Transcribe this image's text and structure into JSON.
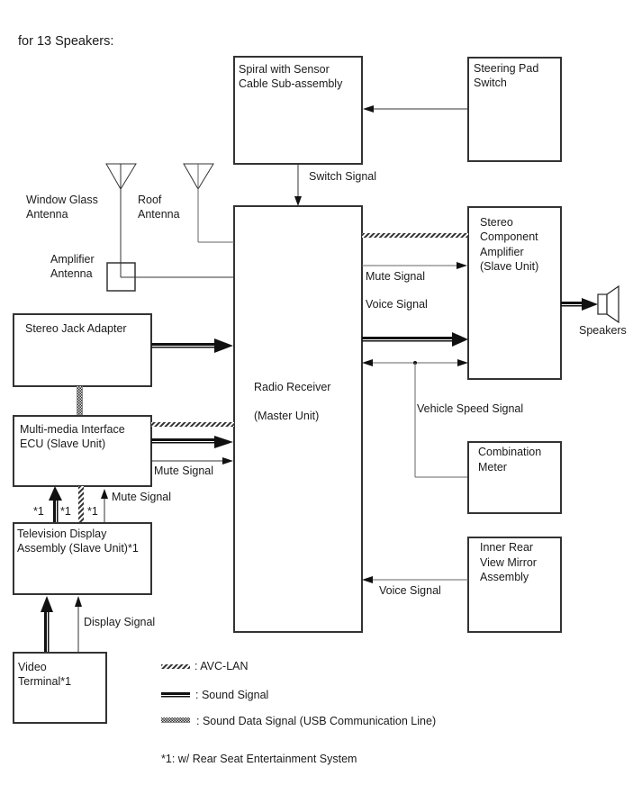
{
  "title": "for 13 Speakers:",
  "components": {
    "spiral": {
      "line1": "Spiral with Sensor",
      "line2": "Cable Sub-assembly"
    },
    "steering": {
      "line1": "Steering Pad",
      "line2": "Switch"
    },
    "radio": {
      "line1": "Radio Receiver",
      "line2": "(Master Unit)"
    },
    "amp": {
      "line1": "Stereo",
      "line2": "Component",
      "line3": "Amplifier",
      "line4": "(Slave Unit)"
    },
    "jack": {
      "line1": "Stereo Jack Adapter"
    },
    "mmi": {
      "line1": "Multi-media Interface",
      "line2": "ECU (Slave Unit)"
    },
    "tv": {
      "line1": "Television Display",
      "line2": "Assembly (Slave Unit)*1"
    },
    "video": {
      "line1": "Video",
      "line2": "Terminal*1"
    },
    "meter": {
      "line1": "Combination",
      "line2": "Meter"
    },
    "mirror": {
      "line1": "Inner Rear",
      "line2": "View Mirror",
      "line3": "Assembly"
    }
  },
  "antennas": {
    "window": {
      "line1": "Window Glass",
      "line2": "Antenna"
    },
    "roof": {
      "line1": "Roof",
      "line2": "Antenna"
    },
    "amplifier": {
      "line1": "Amplifier",
      "line2": "Antenna"
    }
  },
  "signals": {
    "switch": "Switch Signal",
    "mute_amp": "Mute Signal",
    "voice_amp": "Voice Signal",
    "vehicle_speed": "Vehicle Speed Signal",
    "voice_mirror": "Voice Signal",
    "mute_mmi": "Mute Signal",
    "mute_tv": "Mute Signal",
    "display": "Display Signal",
    "note_a": "*1",
    "note_b": "*1",
    "note_c": "*1"
  },
  "speakers": {
    "label": "Speakers",
    "icon": "speaker-icon"
  },
  "legend": {
    "avc_lan": ": AVC-LAN",
    "sound": ": Sound Signal",
    "usb": ": Sound Data Signal (USB Communication Line)"
  },
  "footnote": "*1: w/ Rear Seat Entertainment System"
}
